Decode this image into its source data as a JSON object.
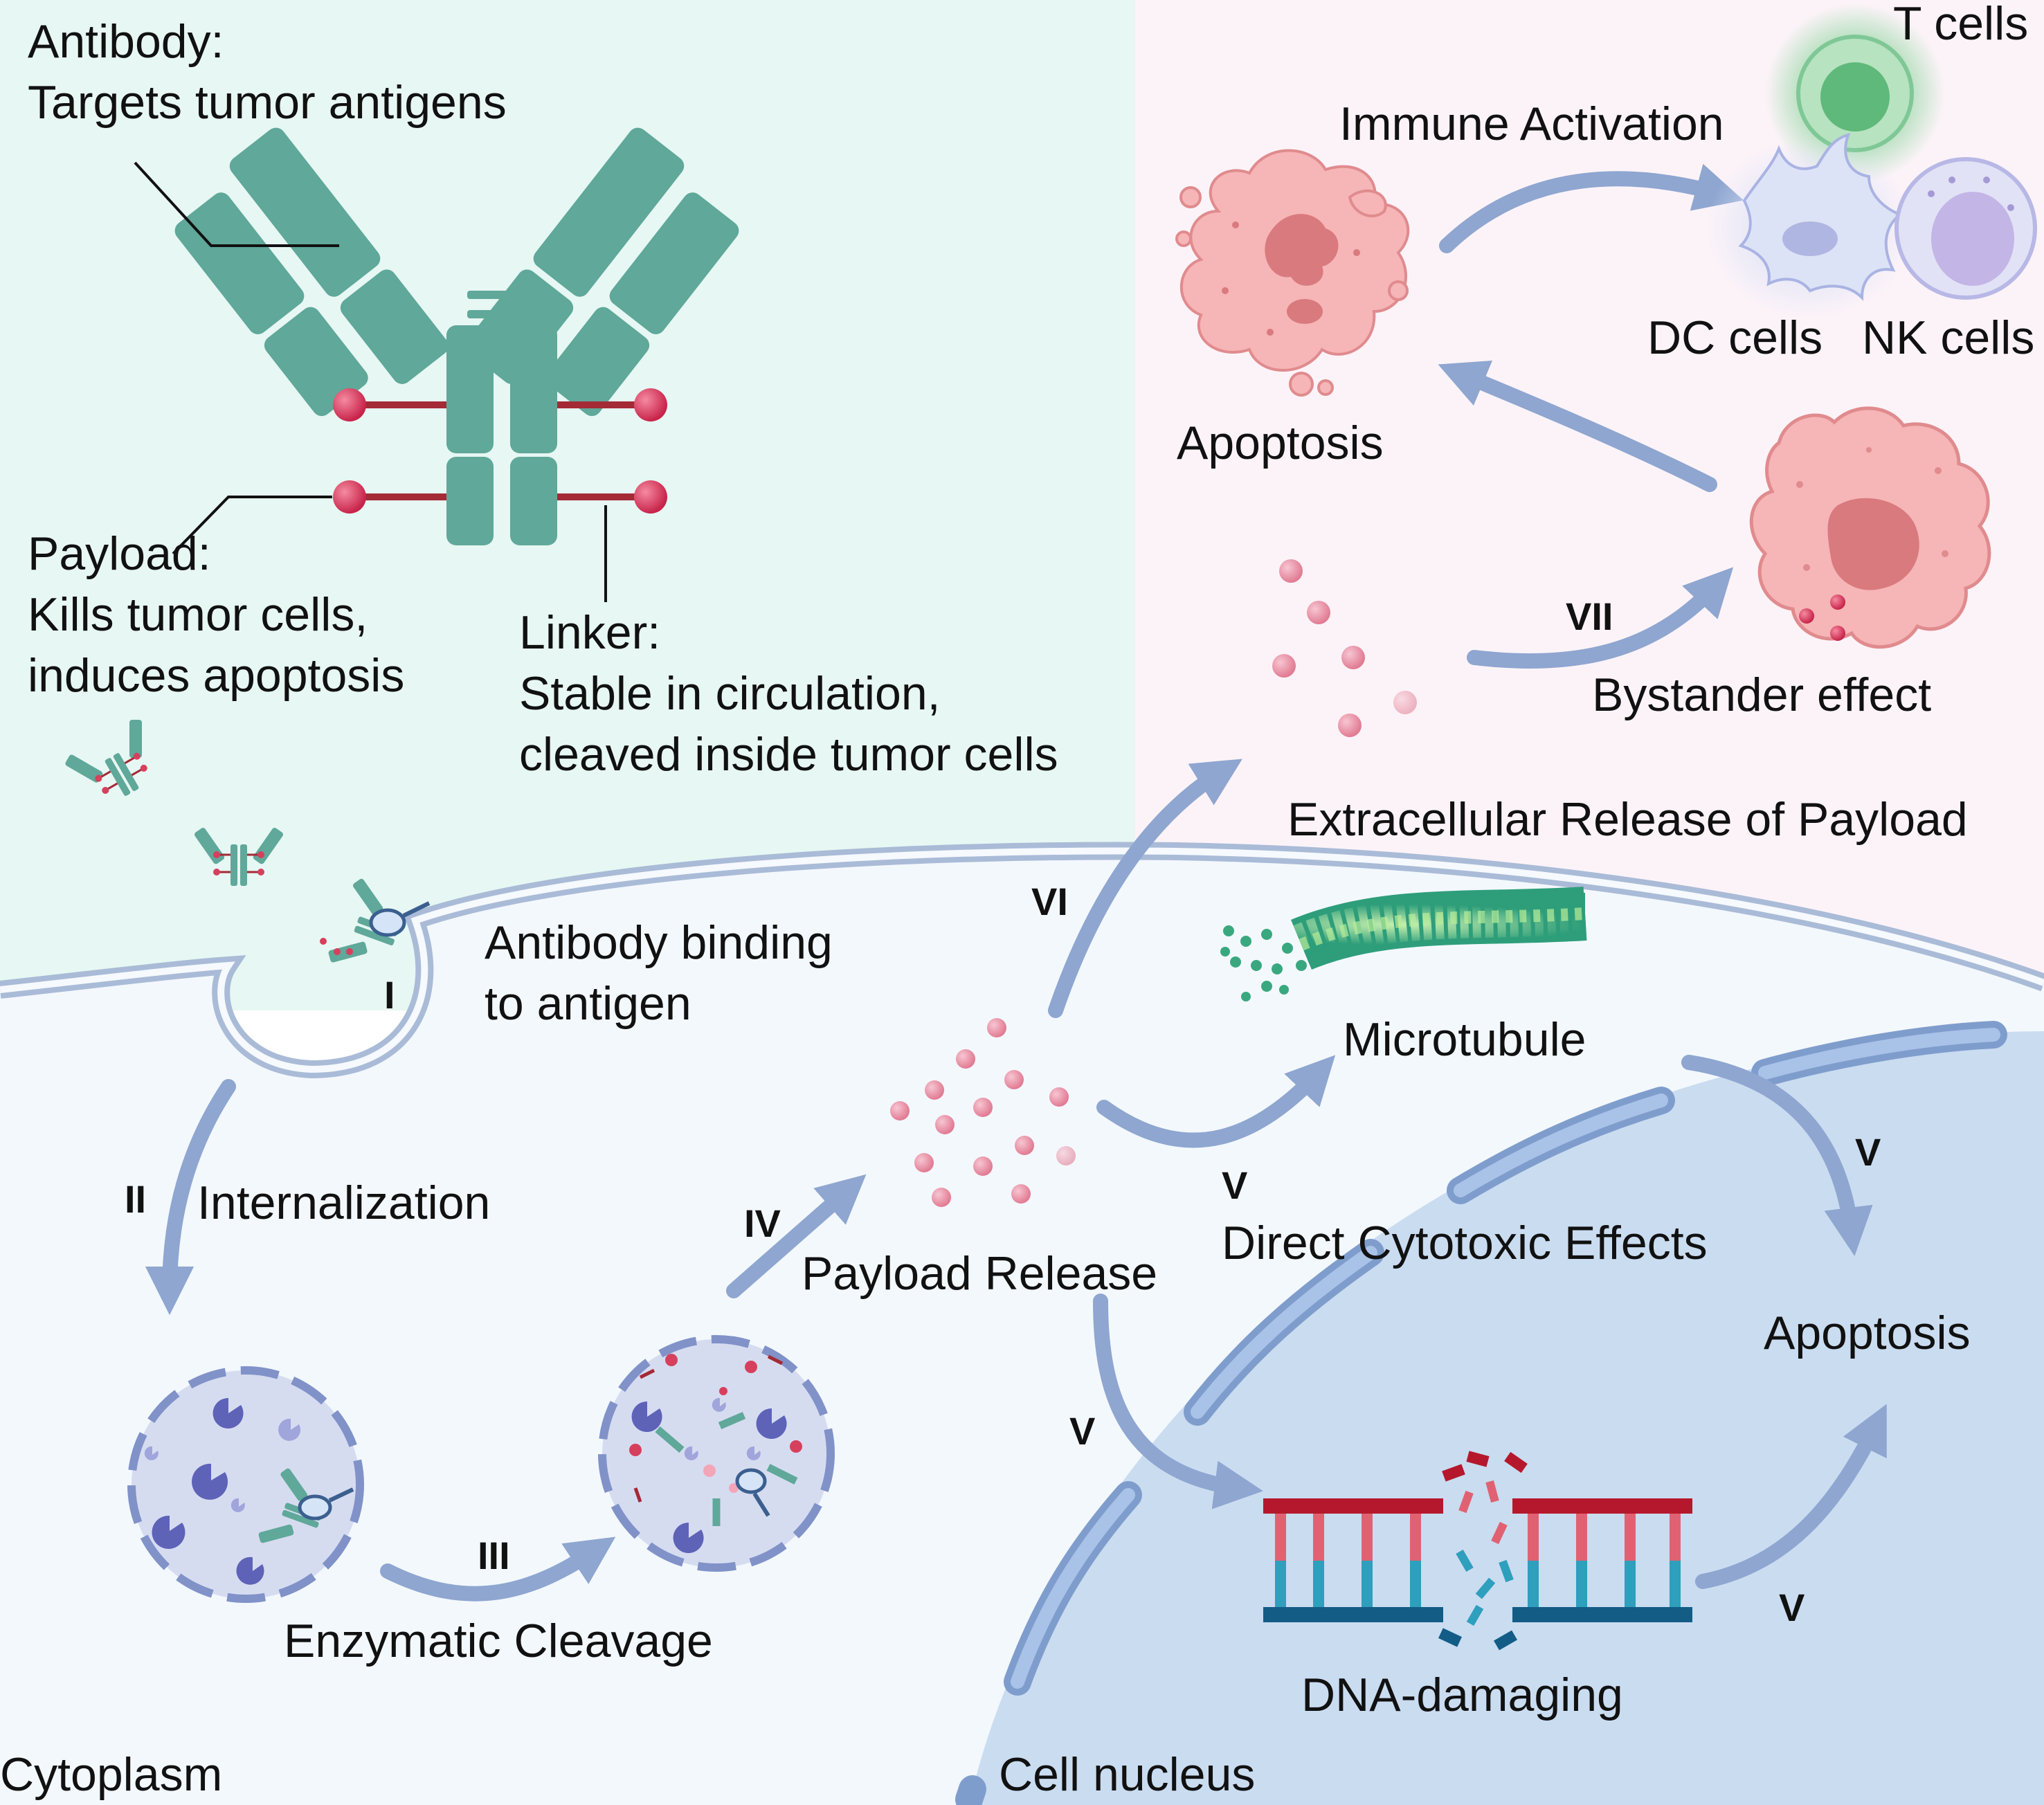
{
  "antibody": {
    "title": "Antibody:",
    "desc": "Targets tumor antigens"
  },
  "payload": {
    "title": "Payload:",
    "desc_1": "Kills tumor cells,",
    "desc_2": "induces apoptosis"
  },
  "linker": {
    "title": "Linker:",
    "desc_1": "Stable in circulation,",
    "desc_2": "cleaved inside tumor cells"
  },
  "immune": {
    "activation": "Immune Activation",
    "t_cells": "T cells",
    "dc_cells": "DC cells",
    "nk_cells": "NK cells",
    "apoptosis": "Apoptosis"
  },
  "bystander": {
    "label": "Bystander effect",
    "step": "VII",
    "release": "Extracellular Release of Payload"
  },
  "steps": {
    "i_label": "I",
    "i_text_1": "Antibody binding",
    "i_text_2": "to antigen",
    "ii_label": "II",
    "ii_text": "Internalization",
    "iii_label": "III",
    "iii_text": "Enzymatic Cleavage",
    "iv_label": "IV",
    "iv_text": "Payload Release",
    "v_label": "V",
    "vi_label": "VI"
  },
  "effects": {
    "microtubule": "Microtubule",
    "direct": "Direct Cytotoxic Effects",
    "dna": "DNA-damaging",
    "apoptosis": "Apoptosis"
  },
  "regions": {
    "cytoplasm": "Cytoplasm",
    "nucleus": "Cell nucleus"
  },
  "colors": {
    "teal_bg": "#e7f7f3",
    "pink_bg": "#fcf3f8",
    "cytoplasm_bg": "#f3f8fd",
    "nucleus_bg": "#cadcf0",
    "antibody": "#5fa89a",
    "payload": "#d6405d",
    "linker": "#a42a36",
    "arrow": "#8ea6d0",
    "membrane": "#a9bbd7"
  }
}
